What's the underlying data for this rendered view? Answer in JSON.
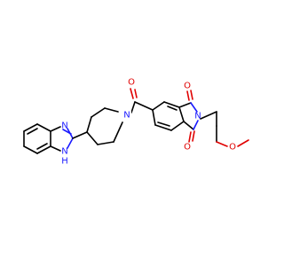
{
  "structure": {
    "atom_labels": {
      "carbonyl_o": "O",
      "amide_n": "N",
      "imide_o_top": "O",
      "imide_n": "N",
      "imide_o_bottom": "O",
      "ether_o": "O",
      "benzimidazole_n": "N",
      "benzimidazole_nh": "N",
      "benzimidazole_h": "H"
    },
    "colors": {
      "carbon": "#000000",
      "oxygen": "#e00000",
      "nitrogen": "#1a1aff"
    }
  }
}
